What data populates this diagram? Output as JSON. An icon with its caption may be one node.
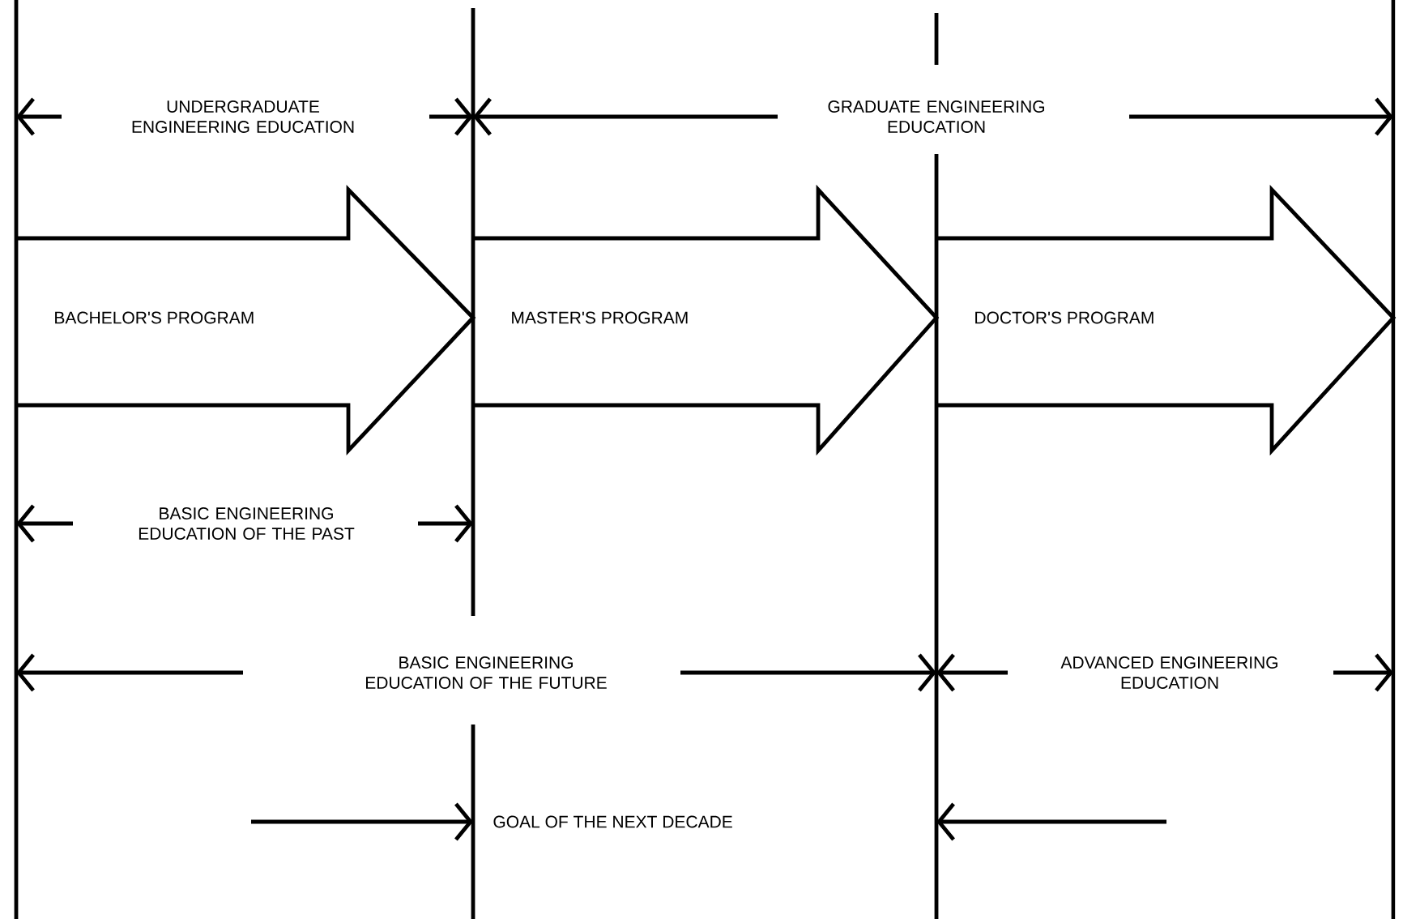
{
  "diagram": {
    "nodes": [
      {
        "text": [
          "BACHELOR'S PROGRAM"
        ]
      },
      {
        "text": [
          "MASTER'S PROGRAM"
        ]
      },
      {
        "text": [
          "DOCTOR'S PROGRAM"
        ]
      }
    ],
    "labels": [
      "UNDERGRADUATE ENGINEERING EDUCATION",
      "GRADUATE ENGINEERING EDUCATION",
      "BASIC ENGINEERING EDUCATION OF THE PAST",
      "BASIC ENGINEERING EDUCATION OF THE FUTURE",
      "ADVANCED ENGINEERING EDUCATION",
      "GOAL OF THE NEXT DECADE"
    ]
  }
}
